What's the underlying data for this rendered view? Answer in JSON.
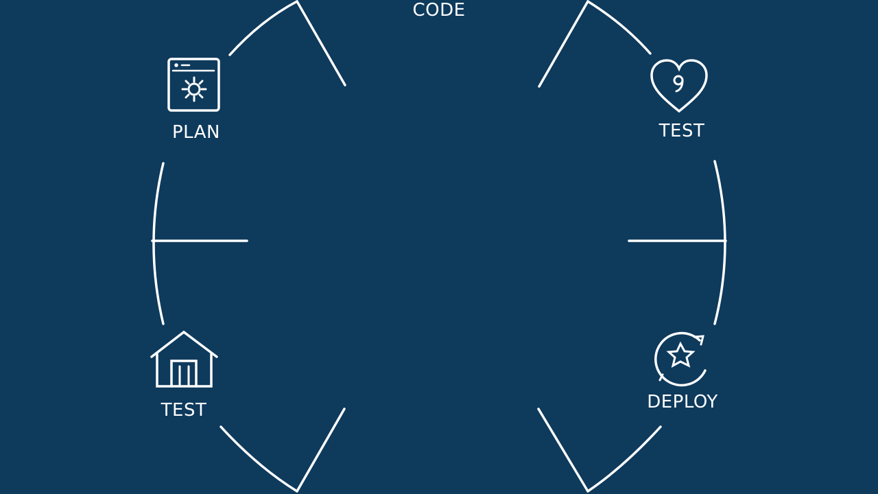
{
  "diagram": {
    "background_color": "#0e3a5c",
    "line_color": "#ffffff",
    "labels": {
      "code": "CODE",
      "plan": "PLAN",
      "test_right": "TEST",
      "test_left": "TEST",
      "deploy": "DEPLOY"
    },
    "icons": {
      "plan": "browser-window-gear-icon",
      "test_right": "heart-icon",
      "test_left": "house-icon",
      "deploy": "star-cycle-icon"
    }
  }
}
